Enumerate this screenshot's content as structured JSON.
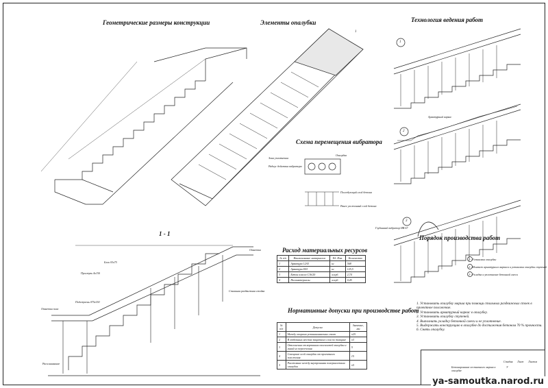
{
  "titles": {
    "geometry": "Геометрические размеры конструкции",
    "formwork": "Элементы опалубки",
    "technology": "Технология ведения работ",
    "vibrator": "Схема перемещения вибратора",
    "section": "1 - 1",
    "materials": "Расход материальных ресурсов",
    "tolerances": "Нормативные допуски при производстве работ",
    "order": "Порядок производства работ"
  },
  "materials_table": {
    "headers": [
      "№ п/п",
      "Наименование материалов",
      "Ед. Изм.",
      "Количество"
    ],
    "rows": [
      [
        "1",
        "Арматура 12А3",
        "кг",
        "568"
      ],
      [
        "2",
        "Арматура 8А3",
        "кг",
        "125,5"
      ],
      [
        "3",
        "Бетон класса С16/20",
        "м.куб.",
        "2,74"
      ],
      [
        "4",
        "Пиломатериалы",
        "м.куб.",
        "0,45"
      ]
    ]
  },
  "tolerance_table": {
    "headers": [
      "№ п/п",
      "Допуски",
      "Значение, мм"
    ],
    "rows": [
      [
        "1",
        "Между опорами устанавливаемых стоек",
        "±25"
      ],
      [
        "2",
        "В отдельных местах защитного слоя по толщине",
        "±3"
      ],
      [
        "3",
        "Отклонения от вертикали плоскостей опалубки и линий их пересечения",
        "5"
      ],
      [
        "4",
        "Смещение осей опалубки от проектного положения",
        "15"
      ],
      [
        "5",
        "Расстояние между внутренними поверхностями опалубки",
        "±5"
      ]
    ]
  },
  "order_steps": [
    "1. Установить опалубку марша при помощи стальных раздвижных стоек в проектное положение.",
    "2. Установить арматурный каркас в опалубку.",
    "3. Установить опалубку ступеней.",
    "4. Выполнить укладку бетонной смеси и ее уплотнение.",
    "5. Выдержать конструкцию в опалубке до достижения бетоном 70 % прочности.",
    "6. Снять опалубку."
  ],
  "legend": [
    "1 - Установка опалубки",
    "2 - Монтаж арматурного каркаса и установка опалубки ступеней",
    "3 - Укладка и уплотнение бетонной смеси"
  ],
  "stage_numbers": [
    "1",
    "2",
    "3"
  ],
  "section_labels": {
    "step": "Проступь 4х150",
    "bench": "Блок 03х75",
    "riser": "Подступень 075х150",
    "stand": "Стальная раздвижная стойка",
    "floor": "Отметка пола",
    "mark_top": "Отметка",
    "wedge": "Расклинивание"
  },
  "vibrator_labels": {
    "zone": "Зона уплотнения",
    "radius": "Радиус действия вибратора",
    "reinforcement": "Опалубка",
    "next": "Последующий слой бетона",
    "prev": "Ранее уложенный слой бетона"
  },
  "tech_labels": {
    "cage": "Арматурный каркас",
    "vibrator": "Глубинный вибратор ИВ-67"
  },
  "stamp": {
    "title": "Бетонирование лестничного марша в опалубке",
    "sheet_label": "Лист",
    "sheets_label": "Листов",
    "stage_label": "Стадия",
    "stage": "У"
  },
  "watermark": "ya-samoutka.narod.ru",
  "marker": "1"
}
